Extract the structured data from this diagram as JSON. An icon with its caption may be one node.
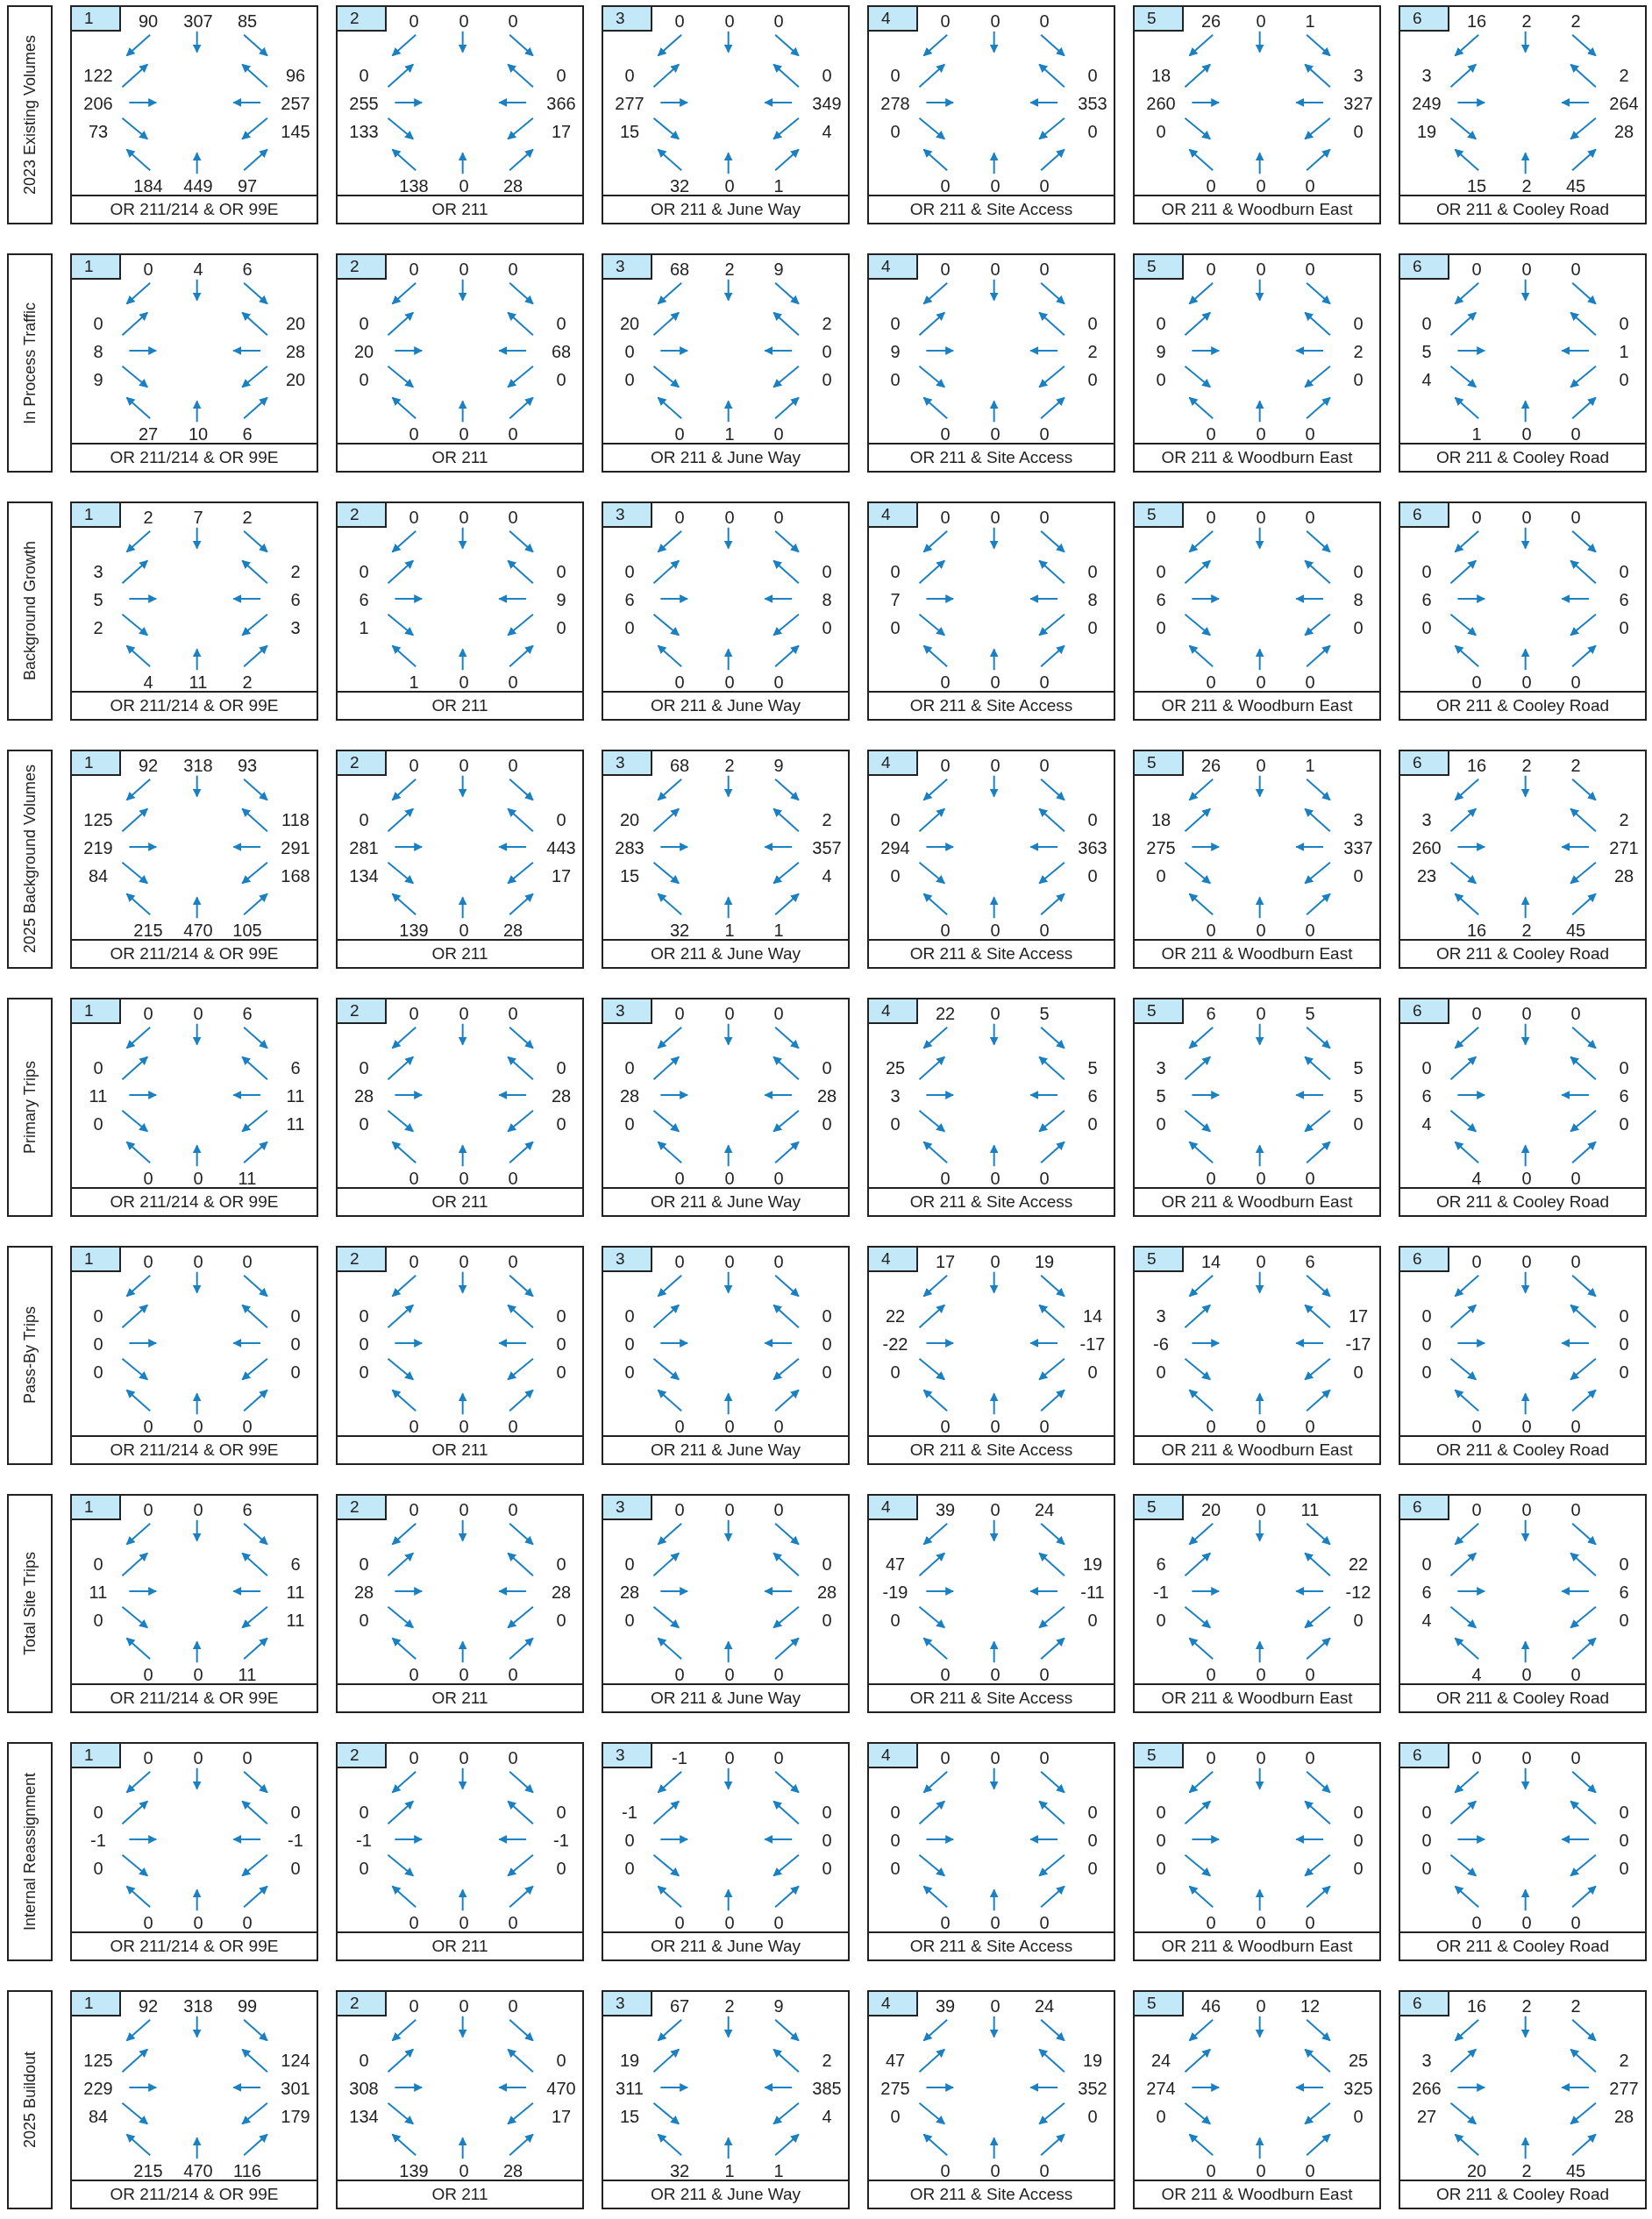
{
  "diagram": {
    "nodes": [
      {
        "text": [
          "2023 Existing Volumes"
        ]
      },
      {
        "text": [
          "90",
          "307",
          "85",
          "122",
          "96",
          "206",
          "257",
          "73",
          "145",
          "184",
          "449",
          "97",
          "OR 211/214 & OR 99E"
        ]
      },
      {
        "text": [
          "1"
        ],
        "in": 1
      },
      {
        "text": [
          "0",
          "0",
          "0",
          "0",
          "0",
          "255",
          "366",
          "133",
          "17",
          "138",
          "0",
          "28",
          "OR 211"
        ]
      },
      {
        "text": [
          "2"
        ],
        "in": 3
      },
      {
        "text": [
          "0",
          "0",
          "0",
          "0",
          "0",
          "277",
          "349",
          "15",
          "4",
          "32",
          "0",
          "1",
          "OR 211 & June Way"
        ]
      },
      {
        "text": [
          "3"
        ],
        "in": 5
      },
      {
        "text": [
          "0",
          "0",
          "0",
          "0",
          "0",
          "278",
          "353",
          "0",
          "0",
          "0",
          "0",
          "0",
          "OR 211 & Site Access"
        ]
      },
      {
        "text": [
          "4"
        ],
        "in": 7
      },
      {
        "text": [
          "26",
          "0",
          "1",
          "18",
          "3",
          "260",
          "327",
          "0",
          "0",
          "0",
          "0",
          "0",
          "OR 211 & Woodburn East"
        ]
      },
      {
        "text": [
          "5"
        ],
        "in": 9
      },
      {
        "text": [
          "16",
          "2",
          "2",
          "3",
          "2",
          "249",
          "264",
          "19",
          "28",
          "15",
          "2",
          "45",
          "OR 211 & Cooley Road"
        ]
      },
      {
        "text": [
          "6"
        ],
        "in": 11
      },
      {
        "text": [
          "In Process Traffic"
        ]
      },
      {
        "text": [
          "0",
          "4",
          "6",
          "0",
          "20",
          "8",
          "28",
          "9",
          "20",
          "27",
          "10",
          "6",
          "OR 211/214 & OR 99E"
        ]
      },
      {
        "text": [
          "1"
        ],
        "in": 14
      },
      {
        "text": [
          "0",
          "0",
          "0",
          "0",
          "0",
          "20",
          "68",
          "0",
          "0",
          "0",
          "0",
          "0",
          "OR 211"
        ]
      },
      {
        "text": [
          "2"
        ],
        "in": 16
      },
      {
        "text": [
          "68",
          "2",
          "9",
          "20",
          "2",
          "0",
          "0",
          "0",
          "0",
          "0",
          "1",
          "0",
          "OR 211 & June Way"
        ]
      },
      {
        "text": [
          "3"
        ],
        "in": 18
      },
      {
        "text": [
          "0",
          "0",
          "0",
          "0",
          "0",
          "9",
          "2",
          "0",
          "0",
          "0",
          "0",
          "0",
          "OR 211 & Site Access"
        ]
      },
      {
        "text": [
          "4"
        ],
        "in": 20
      },
      {
        "text": [
          "0",
          "0",
          "0",
          "0",
          "0",
          "9",
          "2",
          "0",
          "0",
          "0",
          "0",
          "0",
          "OR 211 & Woodburn East"
        ]
      },
      {
        "text": [
          "5"
        ],
        "in": 22
      },
      {
        "text": [
          "0",
          "0",
          "0",
          "0",
          "0",
          "5",
          "1",
          "4",
          "0",
          "1",
          "0",
          "0",
          "OR 211 & Cooley Road"
        ]
      },
      {
        "text": [
          "6"
        ],
        "in": 24
      },
      {
        "text": [
          "Background Growth"
        ]
      },
      {
        "text": [
          "2",
          "7",
          "2",
          "3",
          "2",
          "5",
          "6",
          "2",
          "3",
          "4",
          "11",
          "2",
          "OR 211/214 & OR 99E"
        ]
      },
      {
        "text": [
          "1"
        ],
        "in": 27
      },
      {
        "text": [
          "0",
          "0",
          "0",
          "0",
          "0",
          "6",
          "9",
          "1",
          "0",
          "1",
          "0",
          "0",
          "OR 211"
        ]
      },
      {
        "text": [
          "2"
        ],
        "in": 29
      },
      {
        "text": [
          "0",
          "0",
          "0",
          "0",
          "0",
          "6",
          "8",
          "0",
          "0",
          "0",
          "0",
          "0",
          "OR 211 & June Way"
        ]
      },
      {
        "text": [
          "3"
        ],
        "in": 31
      },
      {
        "text": [
          "0",
          "0",
          "0",
          "0",
          "0",
          "7",
          "8",
          "0",
          "0",
          "0",
          "0",
          "0",
          "OR 211 & Site Access"
        ]
      },
      {
        "text": [
          "4"
        ],
        "in": 33
      },
      {
        "text": [
          "0",
          "0",
          "0",
          "0",
          "0",
          "6",
          "8",
          "0",
          "0",
          "0",
          "0",
          "0",
          "OR 211 & Woodburn East"
        ]
      },
      {
        "text": [
          "5"
        ],
        "in": 35
      },
      {
        "text": [
          "0",
          "0",
          "0",
          "0",
          "0",
          "6",
          "6",
          "0",
          "0",
          "0",
          "0",
          "0",
          "OR 211 & Cooley Road"
        ]
      },
      {
        "text": [
          "6"
        ],
        "in": 37
      },
      {
        "text": [
          "2025 Background Volumes"
        ]
      },
      {
        "text": [
          "92",
          "318",
          "93",
          "125",
          "118",
          "219",
          "291",
          "84",
          "168",
          "215",
          "470",
          "105",
          "OR 211/214 & OR 99E"
        ]
      },
      {
        "text": [
          "1"
        ],
        "in": 40
      },
      {
        "text": [
          "0",
          "0",
          "0",
          "0",
          "0",
          "281",
          "443",
          "134",
          "17",
          "139",
          "0",
          "28",
          "OR 211"
        ]
      },
      {
        "text": [
          "2"
        ],
        "in": 42
      },
      {
        "text": [
          "68",
          "2",
          "9",
          "20",
          "2",
          "283",
          "357",
          "15",
          "4",
          "32",
          "1",
          "1",
          "OR 211 & June Way"
        ]
      },
      {
        "text": [
          "3"
        ],
        "in": 44
      },
      {
        "text": [
          "0",
          "0",
          "0",
          "0",
          "0",
          "294",
          "363",
          "0",
          "0",
          "0",
          "0",
          "0",
          "OR 211 & Site Access"
        ]
      },
      {
        "text": [
          "4"
        ],
        "in": 46
      },
      {
        "text": [
          "26",
          "0",
          "1",
          "18",
          "3",
          "275",
          "337",
          "0",
          "0",
          "0",
          "0",
          "0",
          "OR 211 & Woodburn East"
        ]
      },
      {
        "text": [
          "5"
        ],
        "in": 48
      },
      {
        "text": [
          "16",
          "2",
          "2",
          "3",
          "2",
          "260",
          "271",
          "23",
          "28",
          "16",
          "2",
          "45",
          "OR 211 & Cooley Road"
        ]
      },
      {
        "text": [
          "6"
        ],
        "in": 50
      },
      {
        "text": [
          "Primary Trips"
        ]
      },
      {
        "text": [
          "0",
          "0",
          "6",
          "0",
          "6",
          "11",
          "11",
          "0",
          "11",
          "0",
          "0",
          "11",
          "OR 211/214 & OR 99E"
        ]
      },
      {
        "text": [
          "1"
        ],
        "in": 53
      },
      {
        "text": [
          "0",
          "0",
          "0",
          "0",
          "0",
          "28",
          "28",
          "0",
          "0",
          "0",
          "0",
          "0",
          "OR 211"
        ]
      },
      {
        "text": [
          "2"
        ],
        "in": 55
      },
      {
        "text": [
          "0",
          "0",
          "0",
          "0",
          "0",
          "28",
          "28",
          "0",
          "0",
          "0",
          "0",
          "0",
          "OR 211 & June Way"
        ]
      },
      {
        "text": [
          "3"
        ],
        "in": 57
      },
      {
        "text": [
          "22",
          "0",
          "5",
          "25",
          "5",
          "3",
          "6",
          "0",
          "0",
          "0",
          "0",
          "0",
          "OR 211 & Site Access"
        ]
      },
      {
        "text": [
          "4"
        ],
        "in": 59
      },
      {
        "text": [
          "6",
          "0",
          "5",
          "3",
          "5",
          "5",
          "5",
          "0",
          "0",
          "0",
          "0",
          "0",
          "OR 211 & Woodburn East"
        ]
      },
      {
        "text": [
          "5"
        ],
        "in": 61
      },
      {
        "text": [
          "0",
          "0",
          "0",
          "0",
          "0",
          "6",
          "6",
          "4",
          "0",
          "4",
          "0",
          "0",
          "OR 211 & Cooley Road"
        ]
      },
      {
        "text": [
          "6"
        ],
        "in": 63
      },
      {
        "text": [
          "Pass-By Trips"
        ]
      },
      {
        "text": [
          "0",
          "0",
          "0",
          "0",
          "0",
          "0",
          "0",
          "0",
          "0",
          "0",
          "0",
          "0",
          "OR 211/214 & OR 99E"
        ]
      },
      {
        "text": [
          "1"
        ],
        "in": 66
      },
      {
        "text": [
          "0",
          "0",
          "0",
          "0",
          "0",
          "0",
          "0",
          "0",
          "0",
          "0",
          "0",
          "0",
          "OR 211"
        ]
      },
      {
        "text": [
          "2"
        ],
        "in": 68
      },
      {
        "text": [
          "0",
          "0",
          "0",
          "0",
          "0",
          "0",
          "0",
          "0",
          "0",
          "0",
          "0",
          "0",
          "OR 211 & June Way"
        ]
      },
      {
        "text": [
          "3"
        ],
        "in": 70
      },
      {
        "text": [
          "17",
          "0",
          "19",
          "22",
          "14",
          "-22",
          "-17",
          "0",
          "0",
          "0",
          "0",
          "0",
          "OR 211 & Site Access"
        ]
      },
      {
        "text": [
          "4"
        ],
        "in": 72
      },
      {
        "text": [
          "14",
          "0",
          "6",
          "3",
          "17",
          "-6",
          "-17",
          "0",
          "0",
          "0",
          "0",
          "0",
          "OR 211 & Woodburn East"
        ]
      },
      {
        "text": [
          "5"
        ],
        "in": 74
      },
      {
        "text": [
          "0",
          "0",
          "0",
          "0",
          "0",
          "0",
          "0",
          "0",
          "0",
          "0",
          "0",
          "0",
          "OR 211 & Cooley Road"
        ]
      },
      {
        "text": [
          "6"
        ],
        "in": 76
      },
      {
        "text": [
          "Total Site Trips"
        ]
      },
      {
        "text": [
          "0",
          "0",
          "6",
          "0",
          "6",
          "11",
          "11",
          "0",
          "11",
          "0",
          "0",
          "11",
          "OR 211/214 & OR 99E"
        ]
      },
      {
        "text": [
          "1"
        ],
        "in": 79
      },
      {
        "text": [
          "0",
          "0",
          "0",
          "0",
          "0",
          "28",
          "28",
          "0",
          "0",
          "0",
          "0",
          "0",
          "OR 211"
        ]
      },
      {
        "text": [
          "2"
        ],
        "in": 81
      },
      {
        "text": [
          "0",
          "0",
          "0",
          "0",
          "0",
          "28",
          "28",
          "0",
          "0",
          "0",
          "0",
          "0",
          "OR 211 & June Way"
        ]
      },
      {
        "text": [
          "3"
        ],
        "in": 83
      },
      {
        "text": [
          "39",
          "0",
          "24",
          "47",
          "19",
          "-19",
          "-11",
          "0",
          "0",
          "0",
          "0",
          "0",
          "OR 211 & Site Access"
        ]
      },
      {
        "text": [
          "4"
        ],
        "in": 85
      },
      {
        "text": [
          "20",
          "0",
          "11",
          "6",
          "22",
          "-1",
          "-12",
          "0",
          "0",
          "0",
          "0",
          "0",
          "OR 211 & Woodburn East"
        ]
      },
      {
        "text": [
          "5"
        ],
        "in": 87
      },
      {
        "text": [
          "0",
          "0",
          "0",
          "0",
          "0",
          "6",
          "6",
          "4",
          "0",
          "4",
          "0",
          "0",
          "OR 211 & Cooley Road"
        ]
      },
      {
        "text": [
          "6"
        ],
        "in": 89
      },
      {
        "text": [
          "Internal Reassignment"
        ]
      },
      {
        "text": [
          "0",
          "0",
          "0",
          "0",
          "0",
          "-1",
          "-1",
          "0",
          "0",
          "0",
          "0",
          "0",
          "OR 211/214 & OR 99E"
        ]
      },
      {
        "text": [
          "1"
        ],
        "in": 92
      },
      {
        "text": [
          "0",
          "0",
          "0",
          "0",
          "0",
          "-1",
          "-1",
          "0",
          "0",
          "0",
          "0",
          "0",
          "OR 211"
        ]
      },
      {
        "text": [
          "2"
        ],
        "in": 94
      },
      {
        "text": [
          "-1",
          "0",
          "0",
          "-1",
          "0",
          "0",
          "0",
          "0",
          "0",
          "0",
          "0",
          "0",
          "OR 211 & June Way"
        ]
      },
      {
        "text": [
          "3"
        ],
        "in": 96
      },
      {
        "text": [
          "0",
          "0",
          "0",
          "0",
          "0",
          "0",
          "0",
          "0",
          "0",
          "0",
          "0",
          "0",
          "OR 211 & Site Access"
        ]
      },
      {
        "text": [
          "4"
        ],
        "in": 98
      },
      {
        "text": [
          "0",
          "0",
          "0",
          "0",
          "0",
          "0",
          "0",
          "0",
          "0",
          "0",
          "0",
          "0",
          "OR 211 & Woodburn East"
        ]
      },
      {
        "text": [
          "5"
        ],
        "in": 100
      },
      {
        "text": [
          "0",
          "0",
          "0",
          "0",
          "0",
          "0",
          "0",
          "0",
          "0",
          "0",
          "0",
          "0",
          "OR 211 & Cooley Road"
        ]
      },
      {
        "text": [
          "6"
        ],
        "in": 102
      },
      {
        "text": [
          "2025 Buildout"
        ]
      },
      {
        "text": [
          "92",
          "318",
          "99",
          "125",
          "124",
          "229",
          "301",
          "84",
          "179",
          "215",
          "470",
          "116",
          "OR 211/214 & OR 99E"
        ]
      },
      {
        "text": [
          "1"
        ],
        "in": 105
      },
      {
        "text": [
          "0",
          "0",
          "0",
          "0",
          "0",
          "308",
          "470",
          "134",
          "17",
          "139",
          "0",
          "28",
          "OR 211"
        ]
      },
      {
        "text": [
          "2"
        ],
        "in": 107
      },
      {
        "text": [
          "67",
          "2",
          "9",
          "19",
          "2",
          "311",
          "385",
          "15",
          "4",
          "32",
          "1",
          "1",
          "OR 211 & June Way"
        ]
      },
      {
        "text": [
          "3"
        ],
        "in": 109
      },
      {
        "text": [
          "39",
          "0",
          "24",
          "47",
          "19",
          "275",
          "352",
          "0",
          "0",
          "0",
          "0",
          "0",
          "OR 211 & Site Access"
        ]
      },
      {
        "text": [
          "4"
        ],
        "in": 111
      },
      {
        "text": [
          "46",
          "0",
          "12",
          "24",
          "25",
          "274",
          "325",
          "0",
          "0",
          "0",
          "0",
          "0",
          "OR 211 & Woodburn East"
        ]
      },
      {
        "text": [
          "5"
        ],
        "in": 113
      },
      {
        "text": [
          "16",
          "2",
          "2",
          "3",
          "2",
          "266",
          "277",
          "27",
          "28",
          "20",
          "2",
          "45",
          "OR 211 & Cooley Road"
        ]
      },
      {
        "text": [
          "6"
        ],
        "in": 115
      }
    ]
  }
}
